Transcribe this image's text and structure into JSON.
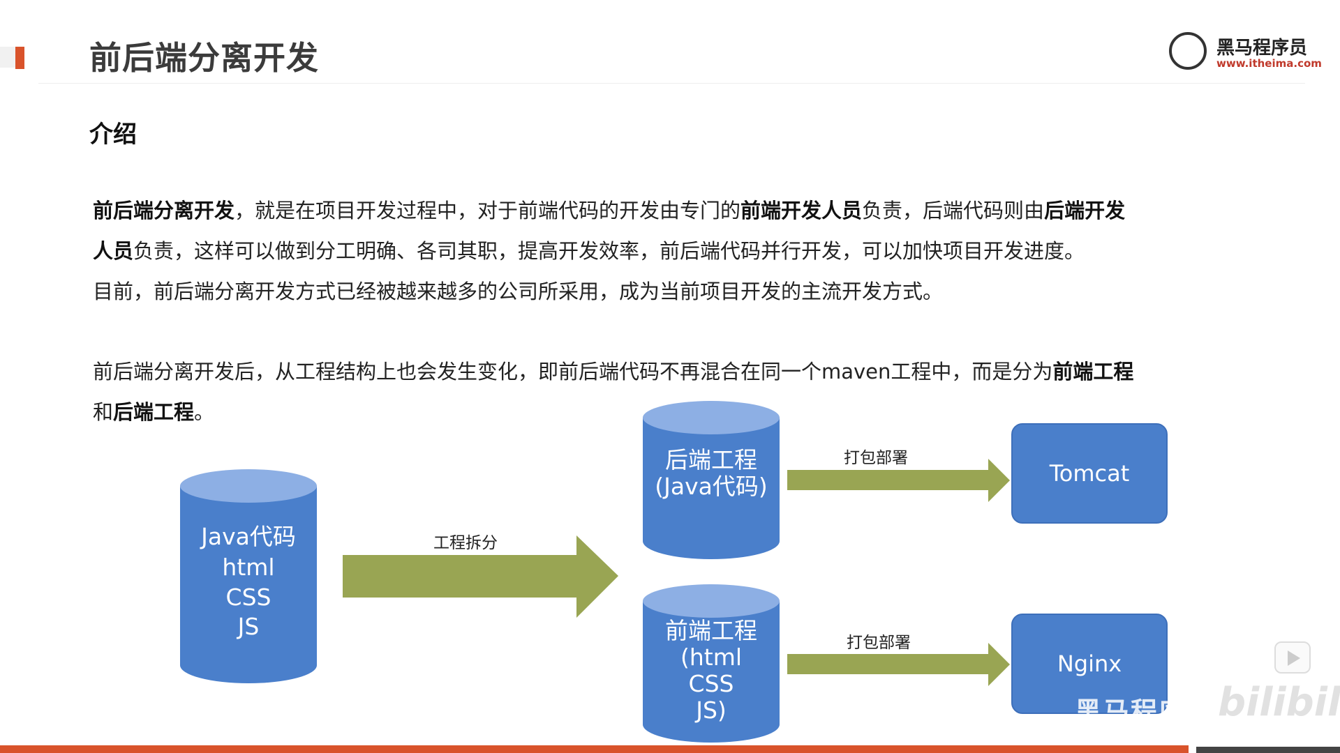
{
  "header": {
    "title": "前后端分离开发",
    "logo_main": "黑马程序员",
    "logo_sub": "www.itheima.com"
  },
  "section_title": "介绍",
  "paragraphs": {
    "p1_line1": [
      {
        "t": "前后端分离开发",
        "b": true
      },
      {
        "t": "，就是在项目开发过程中，对于前端代码的开发由专门的",
        "b": false
      },
      {
        "t": "前端开发人员",
        "b": true
      },
      {
        "t": "负责，后端代码则由",
        "b": false
      },
      {
        "t": "后端开发",
        "b": true
      }
    ],
    "p1_line2": [
      {
        "t": "人员",
        "b": true
      },
      {
        "t": "负责，这样可以做到分工明确、各司其职，提高开发效率，前后端代码并行开发，可以加快项目开发进度。",
        "b": false
      }
    ],
    "p1_line3": [
      {
        "t": "目前，前后端分离开发方式已经被越来越多的公司所采用，成为当前项目开发的主流开发方式。",
        "b": false
      }
    ],
    "p2_line1": [
      {
        "t": "前后端分离开发后，从工程结构上也会发生变化，即前后端代码不再混合在同一个maven工程中，而是分为",
        "b": false
      },
      {
        "t": "前端工程",
        "b": true
      }
    ],
    "p2_line2": [
      {
        "t": "和",
        "b": false
      },
      {
        "t": "后端工程",
        "b": true
      },
      {
        "t": "。",
        "b": false
      }
    ]
  },
  "diagram": {
    "source_cylinder": [
      "Java代码",
      "html",
      "CSS",
      "JS"
    ],
    "split_arrow_label": "工程拆分",
    "backend_cylinder": [
      "后端工程",
      "(Java代码)"
    ],
    "frontend_cylinder": [
      "前端工程",
      "(html",
      "CSS",
      "JS)"
    ],
    "deploy_label_top": "打包部署",
    "deploy_label_bottom": "打包部署",
    "target_top": "Tomcat",
    "target_bottom": "Nginx"
  },
  "watermark": {
    "text": "黑马程序员",
    "brand": "bilibili"
  },
  "colors": {
    "accent": "#d9532b",
    "cylinder": "#4a7fcb",
    "cylinder_top": "#8dafe4",
    "arrow": "#99a553"
  }
}
